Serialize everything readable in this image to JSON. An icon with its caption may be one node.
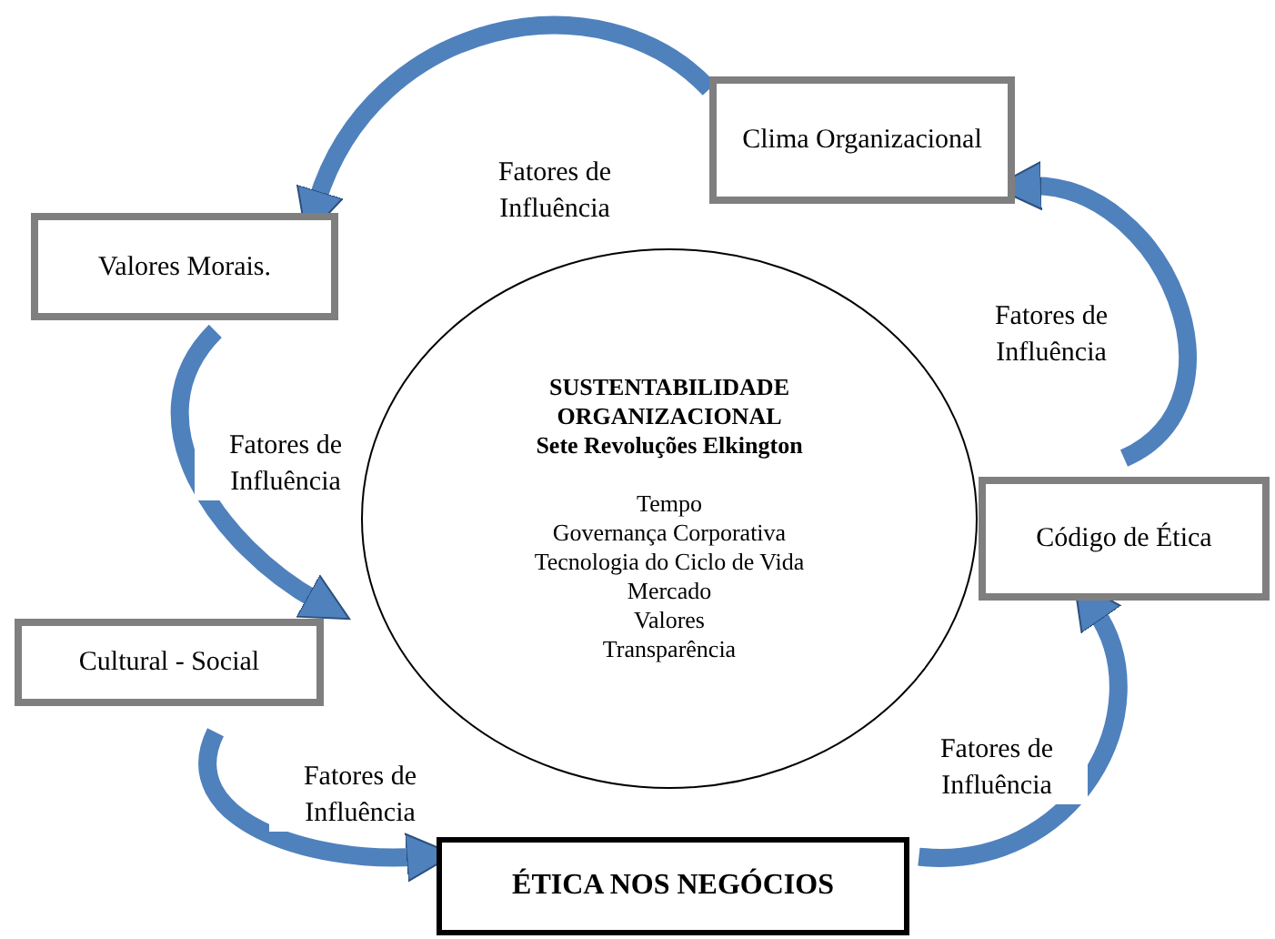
{
  "diagram": {
    "nodes": [
      {
        "text": [
          "Clima Organizacional"
        ]
      },
      {
        "text": [
          "Valores Morais."
        ]
      },
      {
        "text": [
          "SUSTENTABILIDADE ORGANIZACIONAL",
          "Sete Revoluções Elkington",
          "Tempo",
          "Governança Corporativa",
          "Tecnologia do Ciclo de Vida",
          "Mercado",
          "Valores",
          "Transparência"
        ]
      },
      {
        "text": [
          "Código de Ética"
        ]
      },
      {
        "text": [
          "Cultural - Social"
        ]
      },
      {
        "text": [
          "ÉTICA NOS NEGÓCIOS"
        ]
      }
    ],
    "edges": [
      {
        "from": 0,
        "to": 1,
        "arrow": "to",
        "label": "Fatores de Influência"
      },
      {
        "from": 1,
        "to": 4,
        "arrow": "to",
        "label": "Fatores de Influência"
      },
      {
        "from": 4,
        "to": 5,
        "arrow": "to",
        "label": "Fatores de Influência"
      },
      {
        "from": 5,
        "to": 3,
        "arrow": "to",
        "label": "Fatores de Influência"
      },
      {
        "from": 3,
        "to": 0,
        "arrow": "to",
        "label": "Fatores de Influência"
      }
    ]
  }
}
